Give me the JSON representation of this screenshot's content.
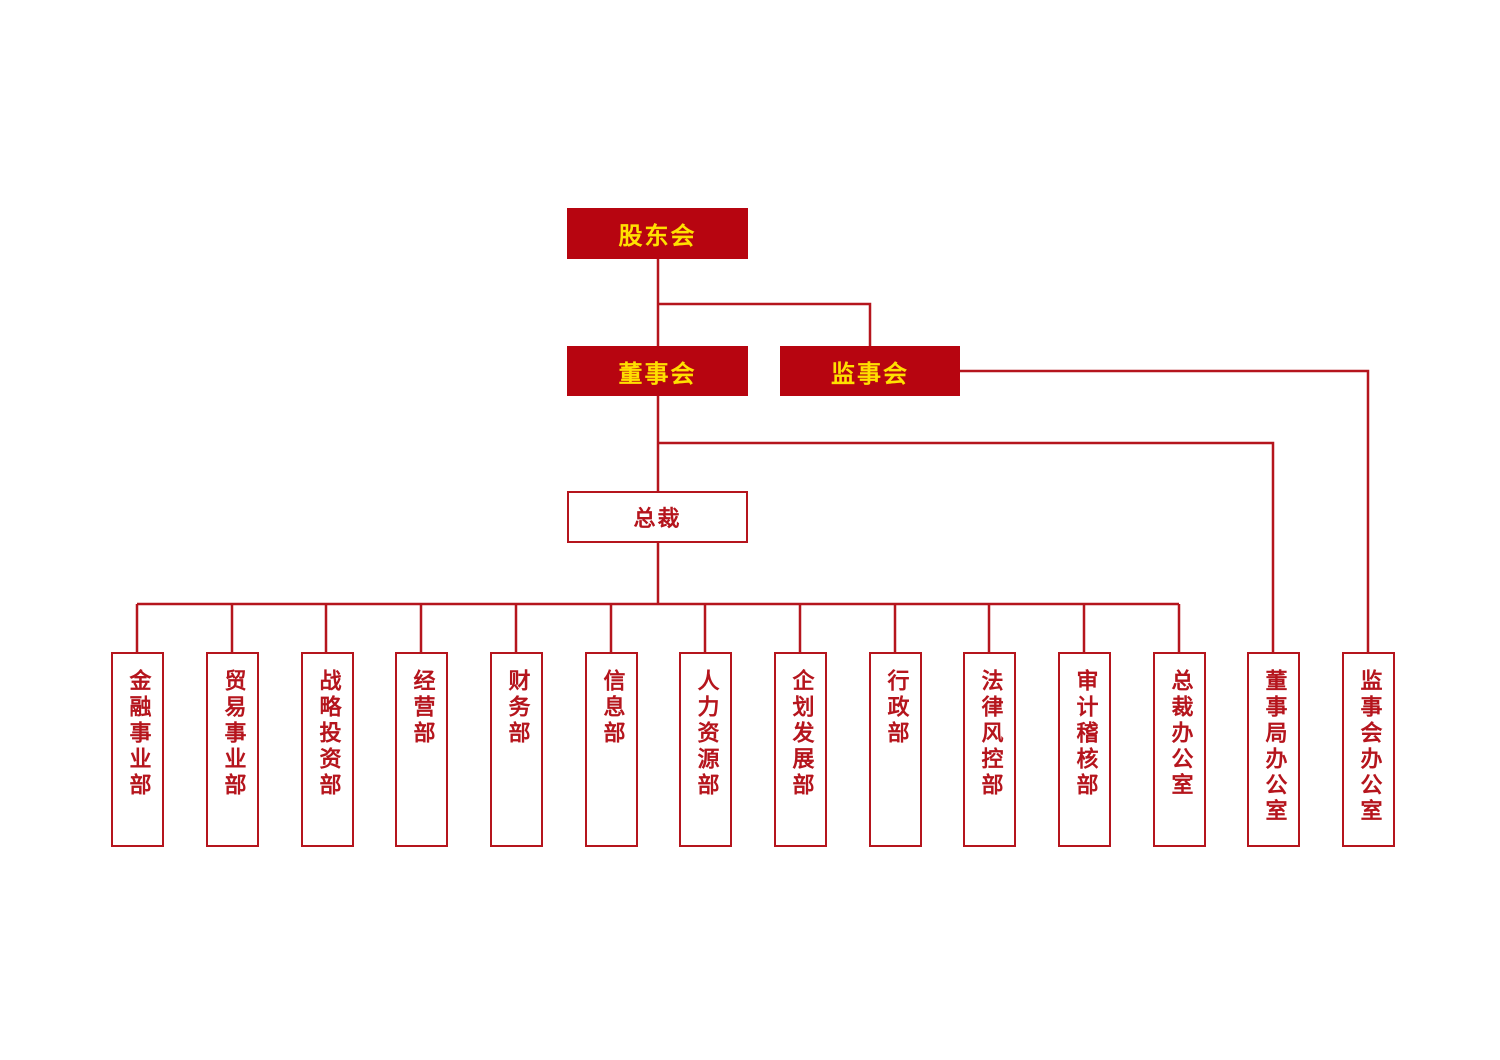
{
  "colors": {
    "primary_red": "#b70510",
    "line_red": "#b5151d",
    "label_yellow": "#ffe000",
    "background": "#ffffff"
  },
  "org": {
    "shareholders": "股东会",
    "board": "董事会",
    "supervisors": "监事会",
    "president": "总裁",
    "departments": [
      "金融事业部",
      "贸易事业部",
      "战略投资部",
      "经营部",
      "财务部",
      "信息部",
      "人力资源部",
      "企划发展部",
      "行政部",
      "法律风控部",
      "审计稽核部",
      "总裁办公室"
    ],
    "board_office": "董事局办公室",
    "supervisor_office": "监事会办公室"
  }
}
